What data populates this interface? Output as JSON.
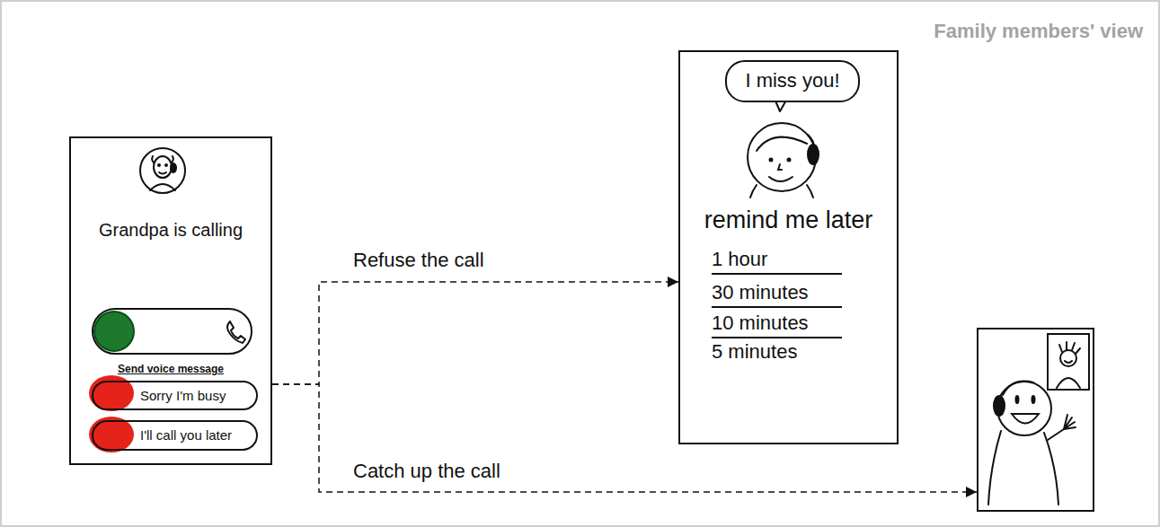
{
  "diagram": {
    "title": "Family members' view",
    "nodes": [
      {
        "text": [
          "Grandpa is calling",
          "Send voice message"
        ]
      },
      {
        "text": [
          "Sorry I'm busy"
        ],
        "in": 0
      },
      {
        "text": [
          "I'll call you later"
        ],
        "in": 0
      },
      {
        "text": [
          "remind me later",
          "1 hour",
          "30 minutes",
          "10 minutes",
          "5 minutes"
        ]
      },
      {
        "text": [
          "I miss you!"
        ],
        "in": 3
      },
      {
        "text": []
      }
    ],
    "edges": [
      {
        "from": 0,
        "to": 3,
        "label": "Refuse the call",
        "arrow": "to"
      },
      {
        "from": 0,
        "to": 5,
        "label": "Catch up the call",
        "arrow": "to"
      }
    ]
  }
}
